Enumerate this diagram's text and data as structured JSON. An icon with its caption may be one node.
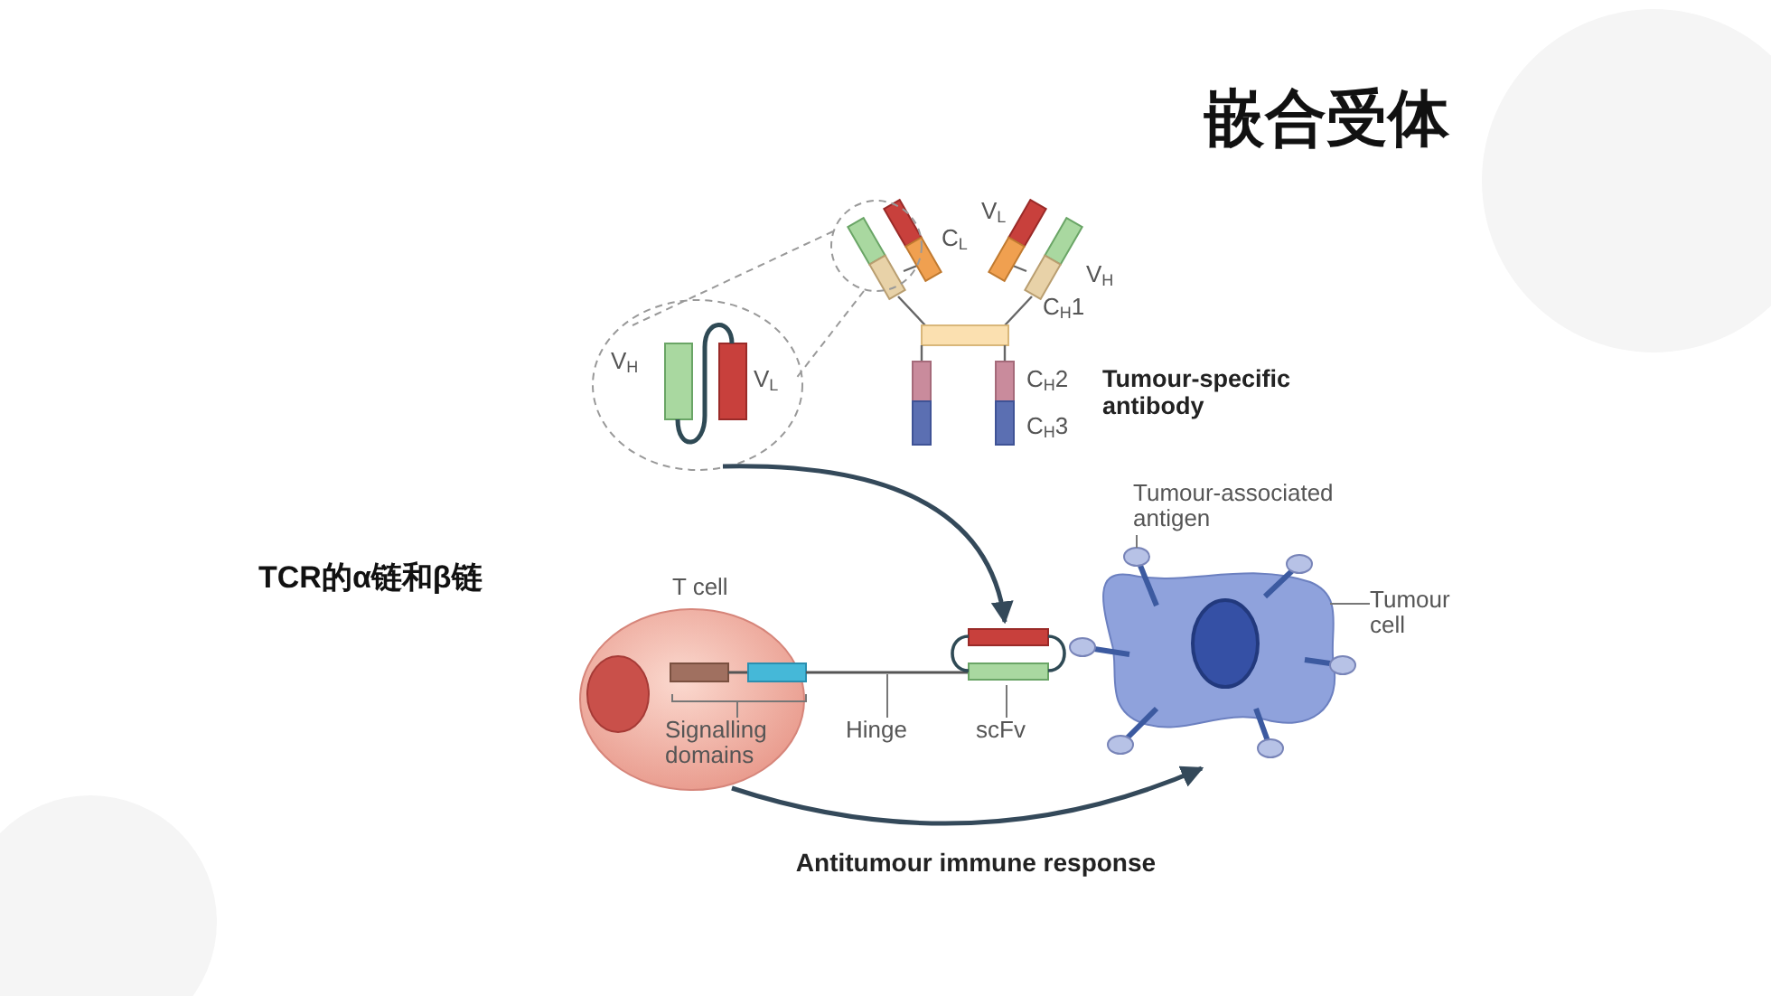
{
  "diagram": {
    "title": "嵌合受体",
    "nodes": [
      {
        "text": [],
        "shape": "picture",
        "beside": [
          "Tumour-specific antibody"
        ]
      },
      {
        "text": [],
        "shape": "circle",
        "in": 0
      },
      {
        "text": [],
        "shape": "circle"
      },
      {
        "text": [
          "Tumour-associated antigen"
        ]
      },
      {
        "text": [
          "T cell"
        ]
      },
      {
        "text": [
          "Tumour cell"
        ]
      },
      {
        "text": [],
        "shape": "picture"
      },
      {
        "text": [],
        "shape": "picture"
      },
      {
        "text": [
          "Signalling domains"
        ],
        "in": 4
      },
      {
        "text": [
          "Hinge"
        ]
      },
      {
        "text": [
          "scFv"
        ]
      }
    ],
    "edges": [
      {
        "from": 1,
        "to": 2,
        "arrow": "none",
        "style": "dashed"
      },
      {
        "from": 2,
        "to": 6,
        "arrow": "to",
        "style": "thick"
      },
      {
        "from": 4,
        "to": 7,
        "arrow": "to",
        "style": "thick",
        "label": "Antitumour immune response"
      },
      {
        "from": 3,
        "to": 7,
        "arrow": "none"
      },
      {
        "from": 5,
        "to": 7,
        "arrow": "none"
      },
      {
        "from": 8,
        "to": null,
        "arrow": "none"
      },
      {
        "from": 9,
        "to": 6,
        "arrow": "none"
      },
      {
        "from": 10,
        "to": 6,
        "arrow": "none"
      }
    ],
    "labels": [
      "V$_{L}$",
      "C$_{L}$",
      "V$_{H}$",
      "C$_{H}$1",
      "V$_{H}$",
      "V$_{L}$",
      "C$_{H}$2",
      "C$_{H}$3",
      "TCR的α链和β链"
    ]
  }
}
